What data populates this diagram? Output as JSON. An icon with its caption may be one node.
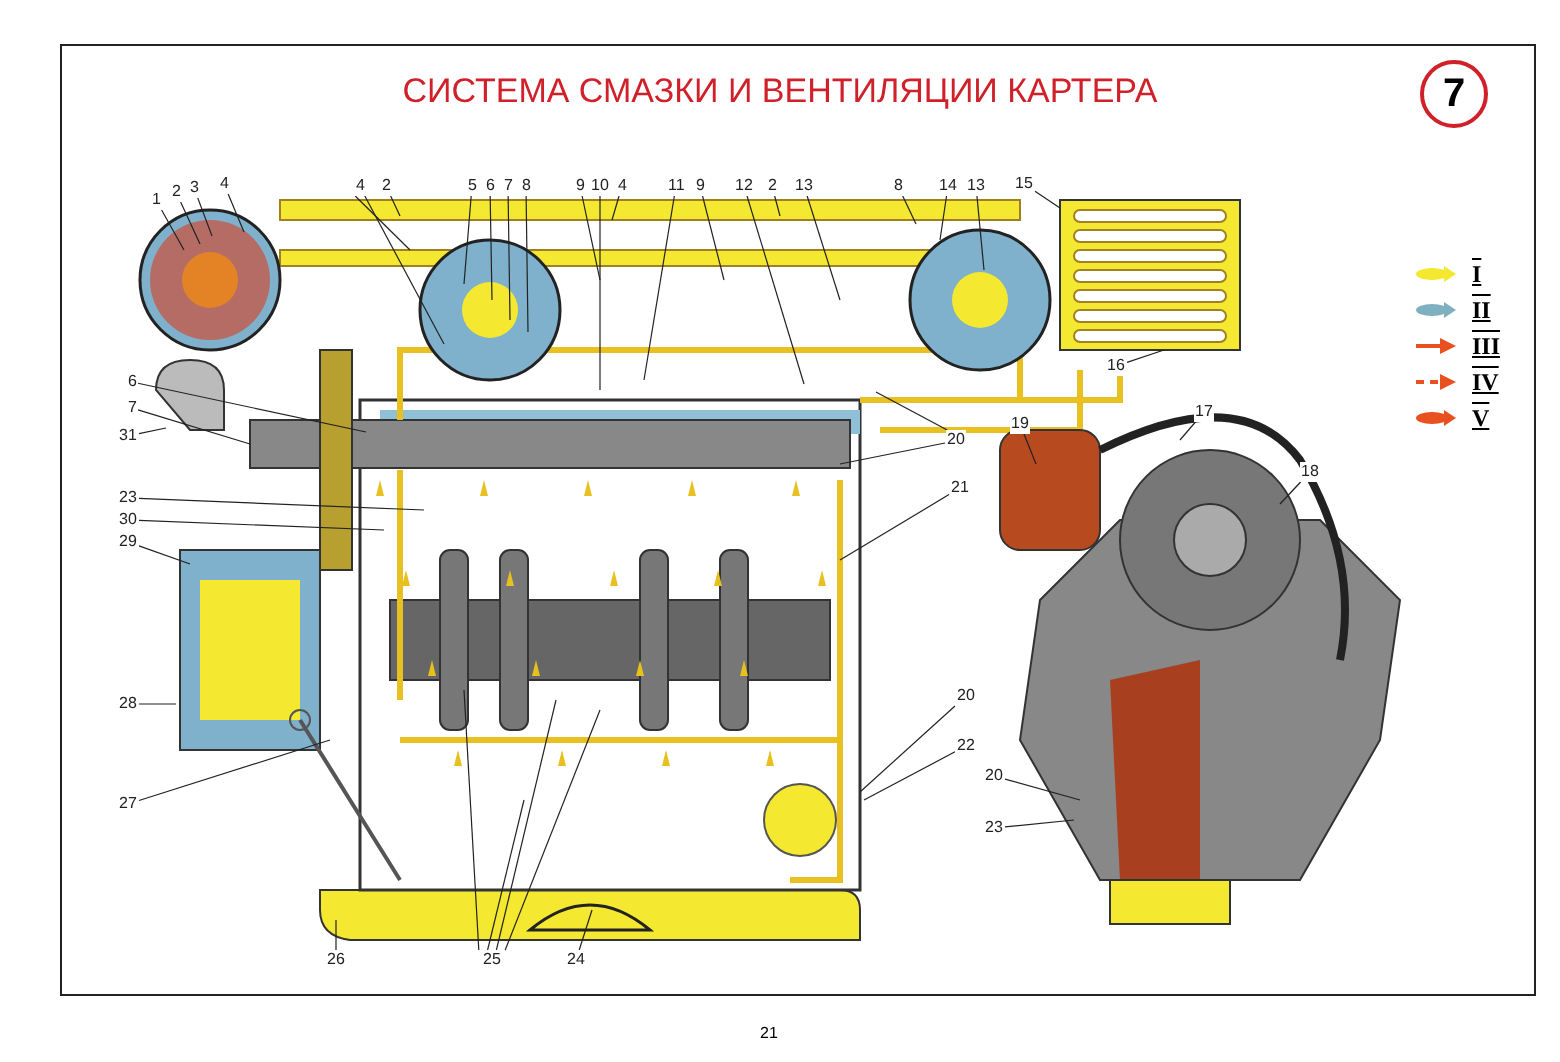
{
  "diagram": {
    "title": "СИСТЕМА СМАЗКИ И ВЕНТИЛЯЦИИ КАРТЕРА",
    "nodes": [
      {
        "text": [
          "1"
        ]
      },
      {
        "text": [
          "2"
        ]
      },
      {
        "text": [
          "3"
        ]
      },
      {
        "text": [
          "4"
        ]
      },
      {
        "text": [
          "4"
        ]
      },
      {
        "text": [
          "2"
        ]
      },
      {
        "text": [
          "5"
        ]
      },
      {
        "text": [
          "6"
        ]
      },
      {
        "text": [
          "7"
        ]
      },
      {
        "text": [
          "8"
        ]
      },
      {
        "text": [
          "9"
        ]
      },
      {
        "text": [
          "10"
        ]
      },
      {
        "text": [
          "4"
        ]
      },
      {
        "text": [
          "11"
        ]
      },
      {
        "text": [
          "9"
        ]
      },
      {
        "text": [
          "12"
        ]
      },
      {
        "text": [
          "2"
        ]
      },
      {
        "text": [
          "13"
        ]
      },
      {
        "text": [
          "8"
        ]
      },
      {
        "text": [
          "14"
        ]
      },
      {
        "text": [
          "13"
        ]
      },
      {
        "text": [
          "15"
        ]
      },
      {
        "text": [
          "16"
        ]
      },
      {
        "text": [
          "6"
        ]
      },
      {
        "text": [
          "7"
        ]
      },
      {
        "text": [
          "31"
        ]
      },
      {
        "text": [
          "23"
        ]
      },
      {
        "text": [
          "30"
        ]
      },
      {
        "text": [
          "29"
        ]
      },
      {
        "text": [
          "28"
        ]
      },
      {
        "text": [
          "27"
        ]
      },
      {
        "text": [
          "26"
        ]
      },
      {
        "text": [
          "25"
        ]
      },
      {
        "text": [
          "24"
        ]
      },
      {
        "text": [
          "20"
        ]
      },
      {
        "text": [
          "21"
        ]
      },
      {
        "text": [
          "20"
        ]
      },
      {
        "text": [
          "22"
        ]
      },
      {
        "text": [
          "19"
        ]
      },
      {
        "text": [
          "17"
        ]
      },
      {
        "text": [
          "18"
        ]
      },
      {
        "text": [
          "20"
        ]
      },
      {
        "text": [
          "23"
        ]
      },
      {
        "text": [],
        "shape": "box"
      }
    ],
    "edges": [
      {
        "from": 0,
        "to": null,
        "arrow": "none"
      },
      {
        "from": 1,
        "to": null,
        "arrow": "none"
      },
      {
        "from": 2,
        "to": null,
        "arrow": "none"
      },
      {
        "from": 3,
        "to": null,
        "arrow": "none"
      },
      {
        "from": 4,
        "to": null,
        "arrow": "none"
      },
      {
        "from": 4,
        "to": null,
        "arrow": "none"
      },
      {
        "from": 5,
        "to": null,
        "arrow": "none"
      },
      {
        "from": 6,
        "to": null,
        "arrow": "none"
      },
      {
        "from": 7,
        "to": null,
        "arrow": "none"
      },
      {
        "from": 8,
        "to": null,
        "arrow": "none"
      },
      {
        "from": 9,
        "to": null,
        "arrow": "none"
      },
      {
        "from": 10,
        "to": null,
        "arrow": "none"
      },
      {
        "from": 11,
        "to": null,
        "arrow": "none"
      },
      {
        "from": 12,
        "to": null,
        "arrow": "none"
      },
      {
        "from": 13,
        "to": null,
        "arrow": "none"
      },
      {
        "from": 14,
        "to": null,
        "arrow": "none"
      },
      {
        "from": 15,
        "to": null,
        "arrow": "none"
      },
      {
        "from": 16,
        "to": null,
        "arrow": "none"
      },
      {
        "from": 17,
        "to": null,
        "arrow": "none"
      },
      {
        "from": 18,
        "to": null,
        "arrow": "none"
      },
      {
        "from": 19,
        "to": null,
        "arrow": "none"
      },
      {
        "from": 20,
        "to": null,
        "arrow": "none"
      },
      {
        "from": 21,
        "to": 43,
        "arrow": "none"
      },
      {
        "from": 22,
        "to": 43,
        "arrow": "none"
      },
      {
        "from": 23,
        "to": null,
        "arrow": "none"
      },
      {
        "from": 24,
        "to": null,
        "arrow": "none"
      },
      {
        "from": 25,
        "to": null,
        "arrow": "none"
      },
      {
        "from": 26,
        "to": null,
        "arrow": "none"
      },
      {
        "from": 27,
        "to": null,
        "arrow": "none"
      },
      {
        "from": 28,
        "to": null,
        "arrow": "none"
      },
      {
        "from": 29,
        "to": null,
        "arrow": "none"
      },
      {
        "from": 30,
        "to": null,
        "arrow": "none"
      },
      {
        "from": 31,
        "to": null,
        "arrow": "none"
      },
      {
        "from": 32,
        "to": null,
        "arrow": "none"
      },
      {
        "from": 32,
        "to": null,
        "arrow": "none"
      },
      {
        "from": 32,
        "to": null,
        "arrow": "none"
      },
      {
        "from": 32,
        "to": null,
        "arrow": "none"
      },
      {
        "from": 33,
        "to": null,
        "arrow": "none"
      },
      {
        "from": 34,
        "to": null,
        "arrow": "none"
      },
      {
        "from": 34,
        "to": null,
        "arrow": "none"
      },
      {
        "from": 35,
        "to": null,
        "arrow": "none"
      },
      {
        "from": 36,
        "to": null,
        "arrow": "none"
      },
      {
        "from": 37,
        "to": null,
        "arrow": "none"
      },
      {
        "from": 38,
        "to": null,
        "arrow": "none"
      },
      {
        "from": 39,
        "to": null,
        "arrow": "none"
      },
      {
        "from": 40,
        "to": null,
        "arrow": "none"
      },
      {
        "from": 41,
        "to": null,
        "arrow": "none"
      },
      {
        "from": 42,
        "to": null,
        "arrow": "none"
      }
    ],
    "labels": [
      "7",
      "21"
    ],
    "legend": [
      {
        "text": "I"
      },
      {
        "text": "II"
      },
      {
        "text": "III"
      },
      {
        "text": "IV"
      },
      {
        "text": "V"
      }
    ]
  }
}
